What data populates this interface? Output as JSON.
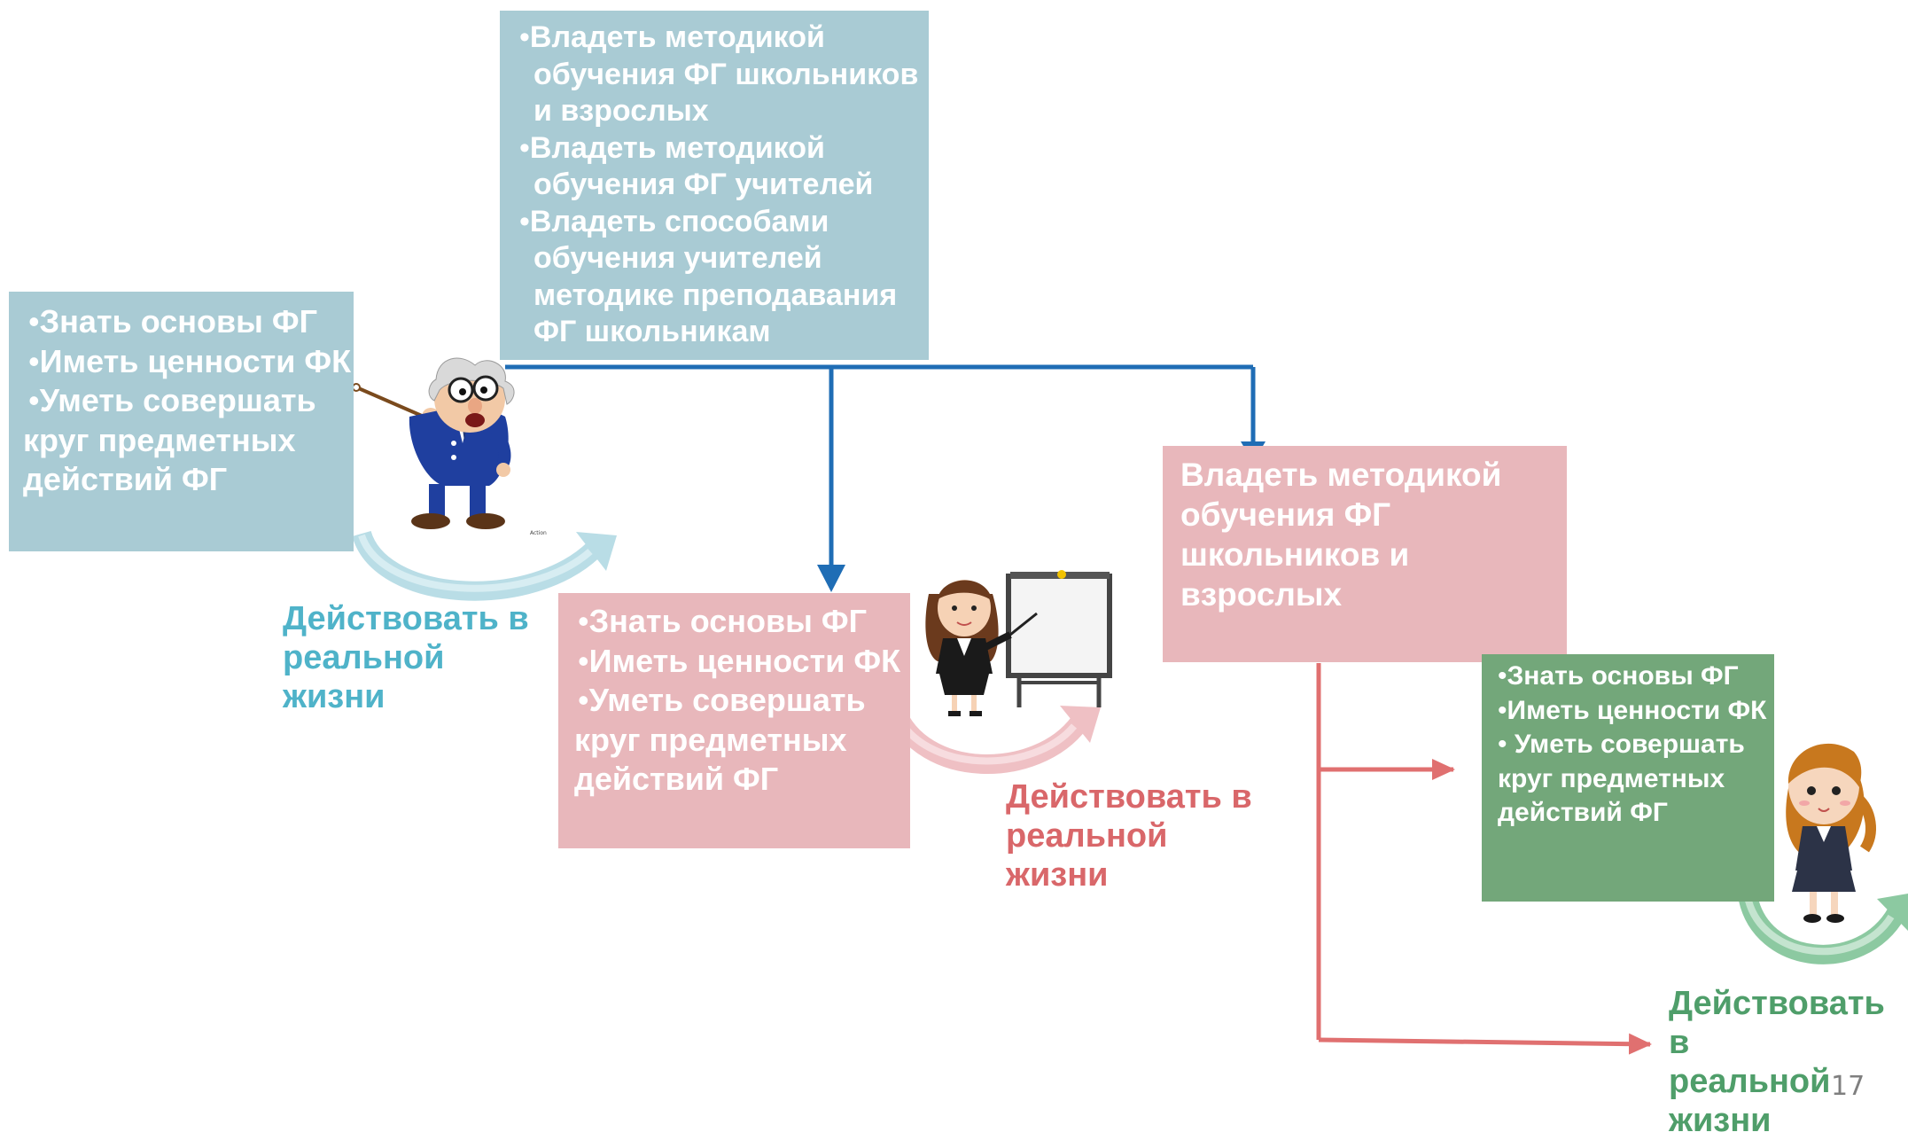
{
  "top_box": {
    "items": [
      "Владеть методикой обучения ФГ школьников и взрослых",
      "Владеть методикой обучения ФГ учителей",
      "Владеть способами обучения учителей методике преподавания ФГ школьникам"
    ]
  },
  "left_box": {
    "items": [
      "Знать основы ФГ",
      "Иметь ценности ФК",
      "Уметь совершать"
    ],
    "tail": [
      "круг предметных",
      "действий ФГ"
    ]
  },
  "middle_box": {
    "items": [
      "Знать основы ФГ",
      "Иметь ценности ФК",
      "Уметь совершать"
    ],
    "tail": [
      "круг предметных",
      "действий ФГ"
    ]
  },
  "right_box": {
    "text": "Владеть методикой обучения ФГ школьников и взрослых"
  },
  "green_box": {
    "items": [
      "Знать основы ФГ",
      "Иметь ценности ФК",
      " Уметь совершать"
    ],
    "tail": [
      "круг предметных",
      "действий ФГ"
    ]
  },
  "action_label": {
    "line1": "Действовать в",
    "line2": "реальной",
    "line3": "жизни"
  },
  "bullet": "•",
  "page_number": "17",
  "colors": {
    "blue_box": "#a9cbd4",
    "pink_box": "#e8b7bb",
    "green_box": "#73a77a",
    "blue_arrow": "#1f6db5",
    "red_arrow": "#e07070",
    "teal_label": "#4fb3c9",
    "red_label": "#d9676a",
    "green_label": "#4f9e6a"
  },
  "icons": [
    "professor-pointer-icon",
    "woman-teacher-board-icon",
    "schoolgirl-icon"
  ]
}
